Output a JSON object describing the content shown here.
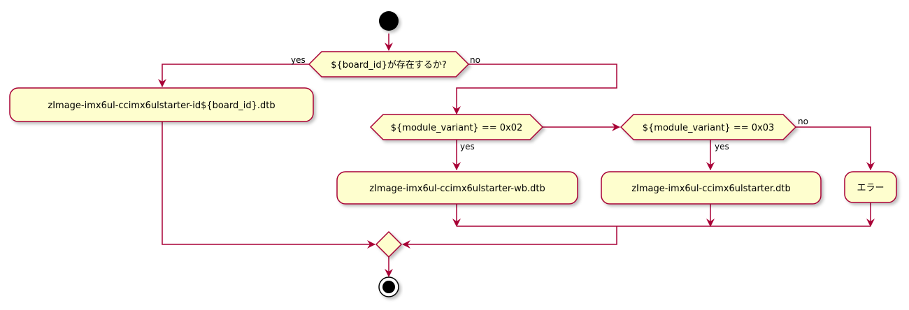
{
  "nodes": {
    "decision_board": "${board_id}が存在するか?",
    "action_board": "zImage-imx6ul-ccimx6ulstarter-id${board_id}.dtb",
    "decision_variant02": "${module_variant} == 0x02",
    "decision_variant03": "${module_variant} == 0x03",
    "action_wb": "zImage-imx6ul-ccimx6ulstarter-wb.dtb",
    "action_default": "zImage-imx6ul-ccimx6ulstarter.dtb",
    "action_error": "エラー"
  },
  "edge_labels": {
    "board_yes": "yes",
    "board_no": "no",
    "variant02_yes": "yes",
    "variant03_yes": "yes",
    "variant03_no": "no"
  },
  "colors": {
    "line": "#a80036",
    "fill": "#fefece",
    "start": "#000000"
  }
}
